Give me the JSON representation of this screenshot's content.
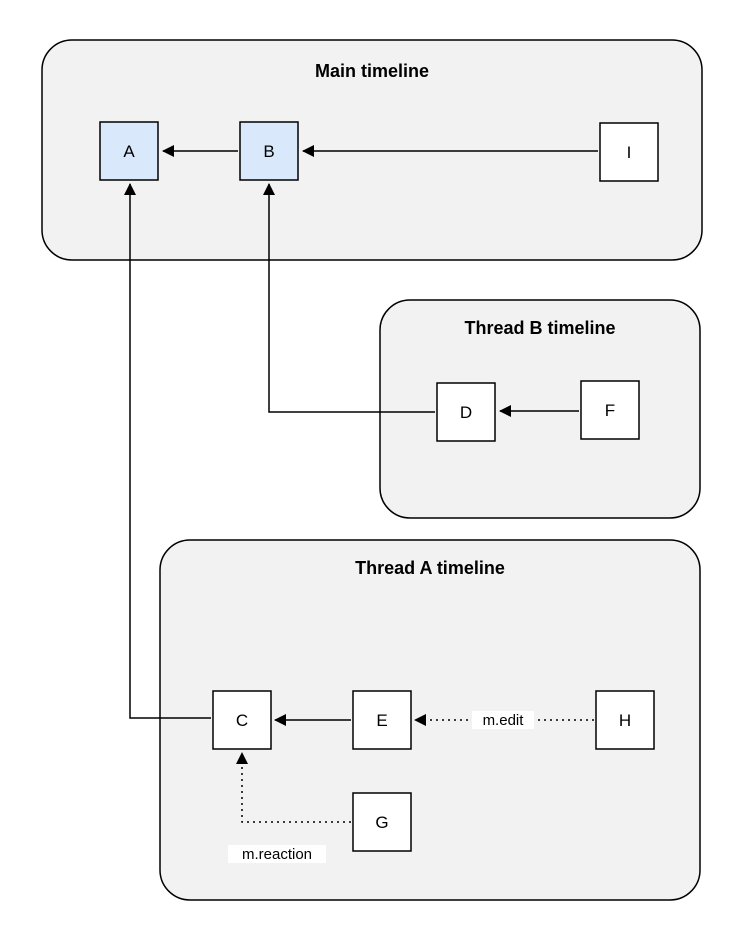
{
  "diagram": {
    "containers": {
      "main": {
        "title": "Main timeline"
      },
      "thread_b": {
        "title": "Thread B timeline"
      },
      "thread_a": {
        "title": "Thread A timeline"
      }
    },
    "nodes": {
      "a": {
        "label": "A",
        "highlighted": true
      },
      "b": {
        "label": "B",
        "highlighted": true
      },
      "i": {
        "label": "I",
        "highlighted": false
      },
      "d": {
        "label": "D",
        "highlighted": false
      },
      "f": {
        "label": "F",
        "highlighted": false
      },
      "c": {
        "label": "C",
        "highlighted": false
      },
      "e": {
        "label": "E",
        "highlighted": false
      },
      "h": {
        "label": "H",
        "highlighted": false
      },
      "g": {
        "label": "G",
        "highlighted": false
      }
    },
    "edges": [
      {
        "from": "B",
        "to": "A",
        "style": "solid",
        "label": ""
      },
      {
        "from": "I",
        "to": "B",
        "style": "solid",
        "label": ""
      },
      {
        "from": "F",
        "to": "D",
        "style": "solid",
        "label": ""
      },
      {
        "from": "D",
        "to": "B",
        "style": "solid",
        "label": ""
      },
      {
        "from": "E",
        "to": "C",
        "style": "solid",
        "label": ""
      },
      {
        "from": "H",
        "to": "E",
        "style": "dotted",
        "label": "m.edit"
      },
      {
        "from": "C",
        "to": "A",
        "style": "solid",
        "label": ""
      },
      {
        "from": "G",
        "to": "C",
        "style": "dotted",
        "label": "m.reaction"
      }
    ],
    "colors": {
      "container_fill": "#f2f2f2",
      "highlight_fill": "#dae8fc",
      "node_fill": "#ffffff",
      "stroke": "#000000"
    }
  }
}
